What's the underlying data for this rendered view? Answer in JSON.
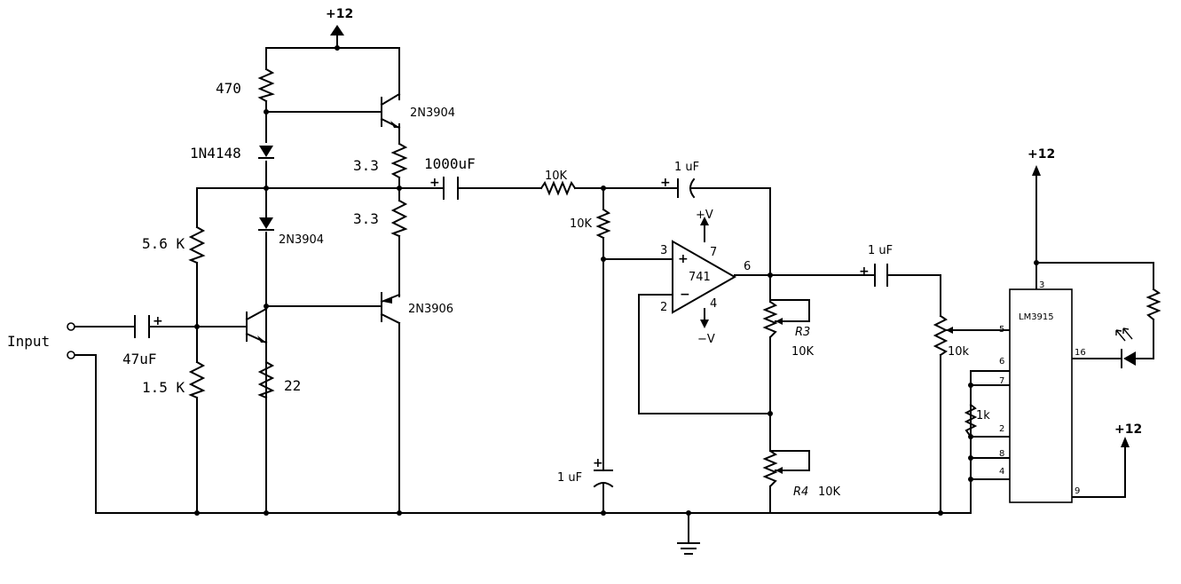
{
  "labels": {
    "supply_top": "+12",
    "r470": "470",
    "q1": "2N3904",
    "d1": "1N4148",
    "r33a": "3.3",
    "c1000": "1000uF",
    "r33b": "3.3",
    "d2": "2N3904",
    "r56k": "5.6 K",
    "q2": "2N3906",
    "input": "Input",
    "c47": "47uF",
    "r15k": "1.5 K",
    "r22": "22",
    "r10k_series": "10K",
    "r10k_shunt": "10K",
    "c1u_fb": "1 uF",
    "vplus": "+V",
    "pin7": "7",
    "pin3": "3",
    "pin2": "2",
    "pin6": "6",
    "pin4": "4",
    "opamp": "741",
    "vminus": "−V",
    "r3": "R3",
    "r3_val": "10K",
    "r4": "R4",
    "r4_val": "10K",
    "c1u_gnd": "1 uF",
    "c1u_out": "1 uF",
    "pot10k": "10k",
    "supply_right": "+12",
    "lm_pin3": "3",
    "lm_pin5": "5",
    "lm_pin6": "6",
    "lm_pin7": "7",
    "lm_pin2": "2",
    "lm_pin8": "8",
    "lm_pin4": "4",
    "lm_pin16": "16",
    "lm_pin9": "9",
    "lm_chip": "LM3915",
    "r1k": "1k",
    "supply_right2": "+12"
  }
}
